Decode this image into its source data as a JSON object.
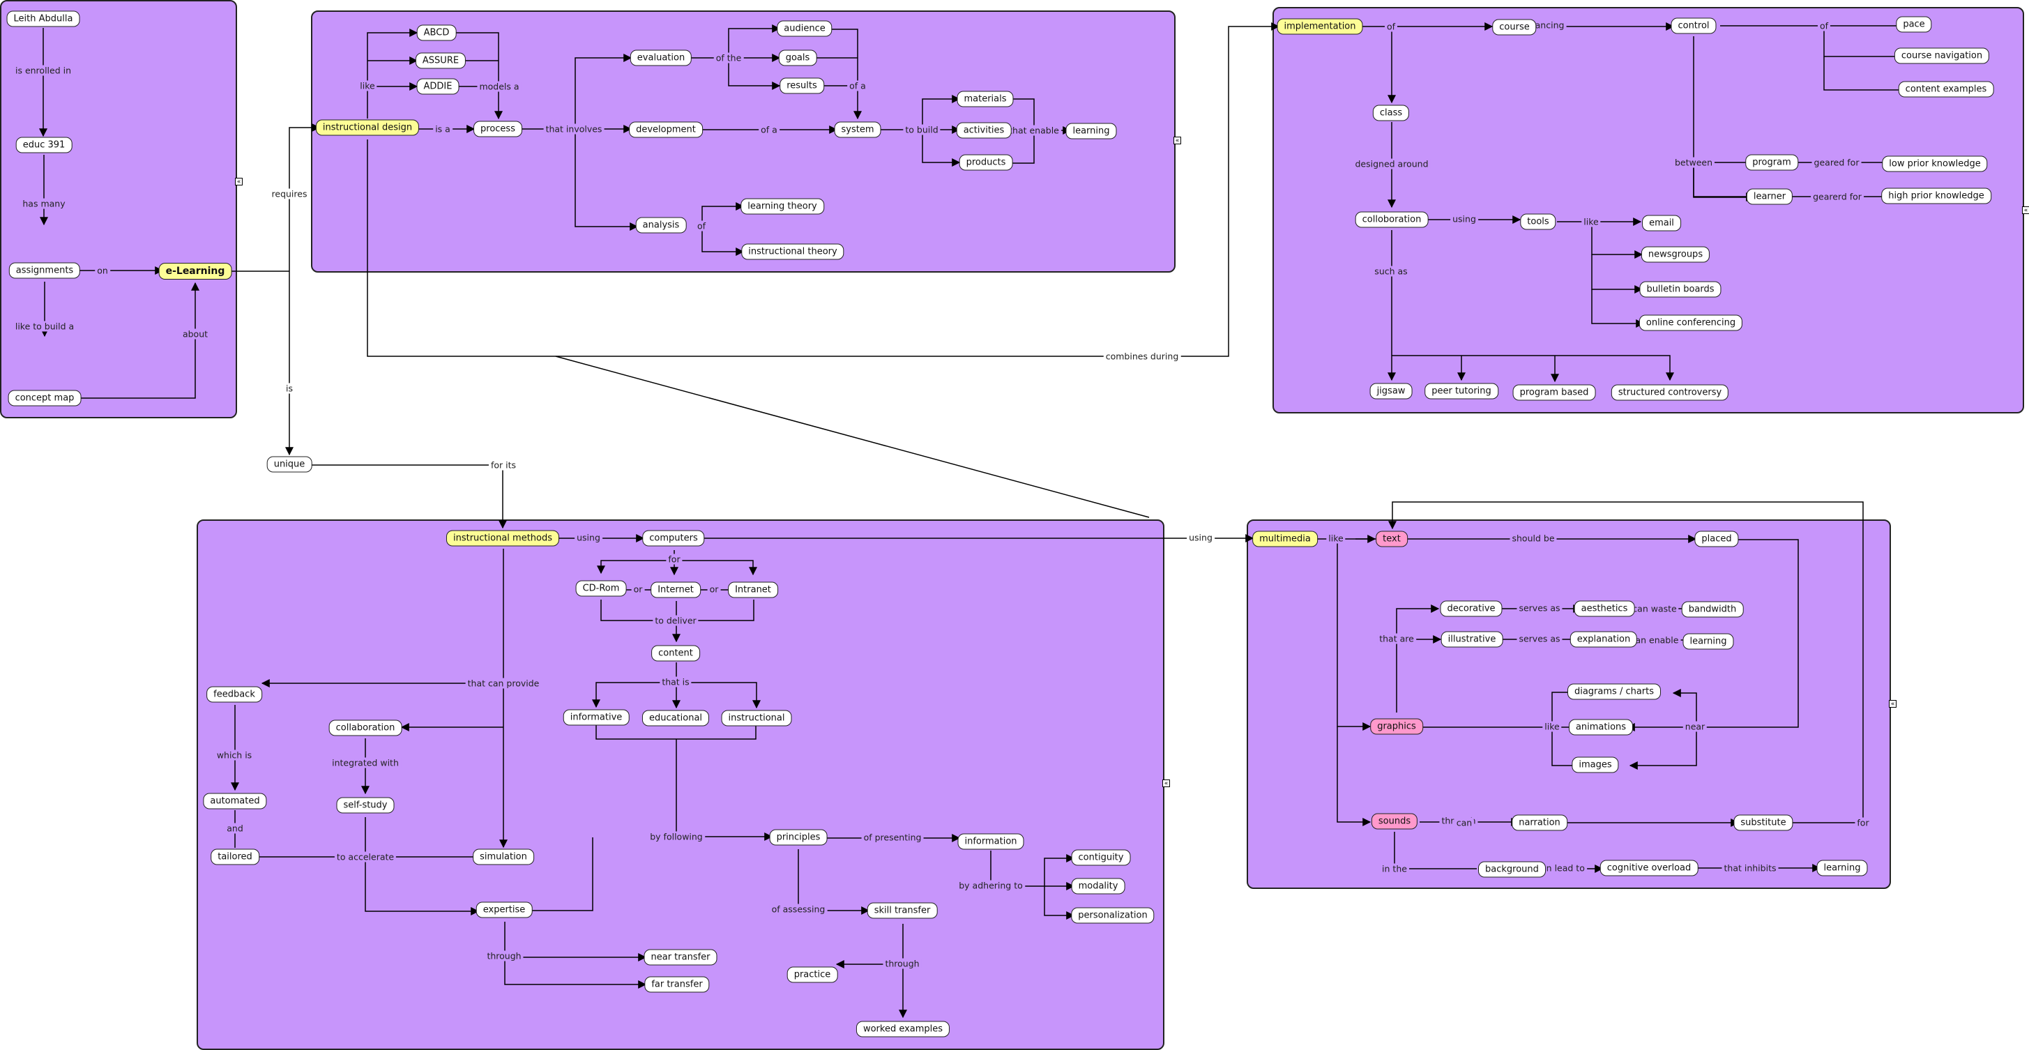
{
  "colors": {
    "group_fill": "#c795fb",
    "root_concept": "#fdfd96",
    "media_concept": "#ff99cc",
    "concept": "#ffffff"
  },
  "collapse_icon": "«",
  "nodes": {
    "leith": "Leith Abdulla",
    "educ391": "educ 391",
    "assignments": "assignments",
    "elearning": "e-Learning",
    "conceptmap": "concept map",
    "instdesign": "instructional design",
    "abcd": "ABCD",
    "assure": "ASSURE",
    "addie": "ADDIE",
    "process": "process",
    "evaluation": "evaluation",
    "development": "development",
    "analysis": "analysis",
    "audience": "audience",
    "goals": "goals",
    "results": "results",
    "system": "system",
    "materials": "materials",
    "activities": "activities",
    "products": "products",
    "learning1": "learning",
    "learningtheory": "learning theory",
    "insttheory": "instructional theory",
    "implementation": "implementation",
    "course": "course",
    "control": "control",
    "pace": "pace",
    "coursenav": "course navigation",
    "contentex": "content examples",
    "program": "program",
    "learner": "learner",
    "lowprior": "low prior knowledge",
    "highprior": "high prior knowledge",
    "class": "class",
    "colloboration": "colloboration",
    "tools": "tools",
    "email": "email",
    "newsgroups": "newsgroups",
    "bulletin": "bulletin boards",
    "onlineconf": "online conferencing",
    "jigsaw": "jigsaw",
    "peertut": "peer tutoring",
    "programbased": "program based",
    "structcontro": "structured controversy",
    "unique": "unique",
    "instmethods": "instructional methods",
    "computers": "computers",
    "cdrom": "CD-Rom",
    "internet": "Internet",
    "intranet": "Intranet",
    "content": "content",
    "informative": "informative",
    "educational": "educational",
    "instructional": "instructional",
    "feedback": "feedback",
    "automated": "automated",
    "tailored": "tailored",
    "collaboration": "collaboration",
    "selfstudy": "self-study",
    "simulation": "simulation",
    "expertise": "expertise",
    "neartransfer": "near transfer",
    "fartransfer": "far transfer",
    "principles": "principles",
    "information": "information",
    "contiguity": "contiguity",
    "modality": "modality",
    "personalization": "personalization",
    "skilltransfer": "skill transfer",
    "practice": "practice",
    "workedex": "worked examples",
    "multimedia": "multimedia",
    "text": "text",
    "placed": "placed",
    "decorative": "decorative",
    "illustrative": "illustrative",
    "aesthetics": "aesthetics",
    "explanation": "explanation",
    "bandwidth": "bandwidth",
    "learning2": "learning",
    "graphics": "graphics",
    "diagrams": "diagrams / charts",
    "animations": "animations",
    "images": "images",
    "sounds": "sounds",
    "narration": "narration",
    "substitute": "substitute",
    "background": "background",
    "cogoverload": "cognitive overload",
    "learning3": "learning"
  },
  "links": {
    "enrolled": "is enrolled in",
    "hasmany": "has many",
    "on": "on",
    "liketobuild": "like to build a",
    "about": "about",
    "requires": "requires",
    "is": "is",
    "like1": "like",
    "modelsa": "models a",
    "isa": "is a",
    "thatinvolves": "that involves",
    "ofthe": "of the",
    "ofa1": "of a",
    "ofa2": "of a",
    "of1": "of",
    "tobuild": "to build",
    "thatenable": "that enable",
    "combines": "combines during",
    "of2": "of",
    "balancing": "balancing",
    "of3": "of",
    "between": "between",
    "gearedfor": "geared for",
    "gearerdfor": "gearerd for",
    "designed": "designed around",
    "using1": "using",
    "like2": "like",
    "suchas": "such as",
    "forits": "for its",
    "using2": "using",
    "using3": "using",
    "for1": "for",
    "or1": "or",
    "or2": "or",
    "todeliver": "to deliver",
    "thatis": "that is",
    "thatcanprovide": "that can provide",
    "whichis": "which is",
    "and": "and",
    "integrated": "integrated with",
    "toaccelerate": "to accelerate",
    "byfollowing": "by following",
    "through1": "through",
    "ofpresenting": "of presenting",
    "byadhering": "by adhering to",
    "ofassessing": "of assessing",
    "through2": "through",
    "like3": "like",
    "shouldbe": "should be",
    "thatare": "that are",
    "servesas1": "serves as",
    "servesas2": "serves as",
    "canwaste": "can waste",
    "canenable": "can enable",
    "like4": "like",
    "near": "near",
    "through3": "through",
    "can": "can",
    "for2": "for",
    "inthe": "in the",
    "canleadto": "can lead to",
    "thatinhibits": "that inhibits"
  }
}
